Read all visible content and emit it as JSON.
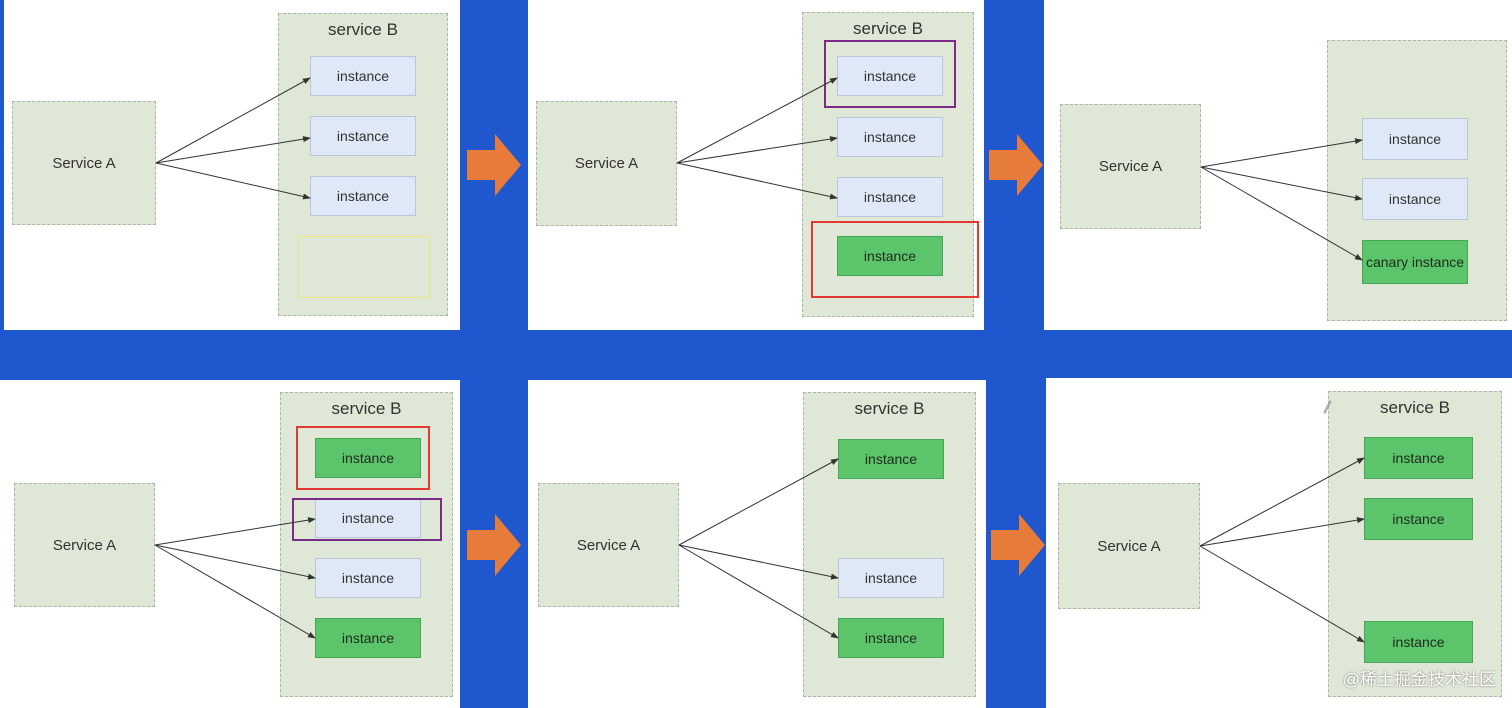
{
  "labels": {
    "service_a": "Service A",
    "service_b": "service B",
    "instance": "instance",
    "canary": "canary instance"
  },
  "watermark": "@稀土掘金技术社区",
  "colors": {
    "background": "#1f57cf",
    "step_arrow": "#e77b3a",
    "old_instance": "#dfe8f7",
    "new_instance": "#5cc46a",
    "service_box": "#dfe7d6",
    "highlight_red": "#e23a32",
    "highlight_purple": "#7a2b88"
  }
}
